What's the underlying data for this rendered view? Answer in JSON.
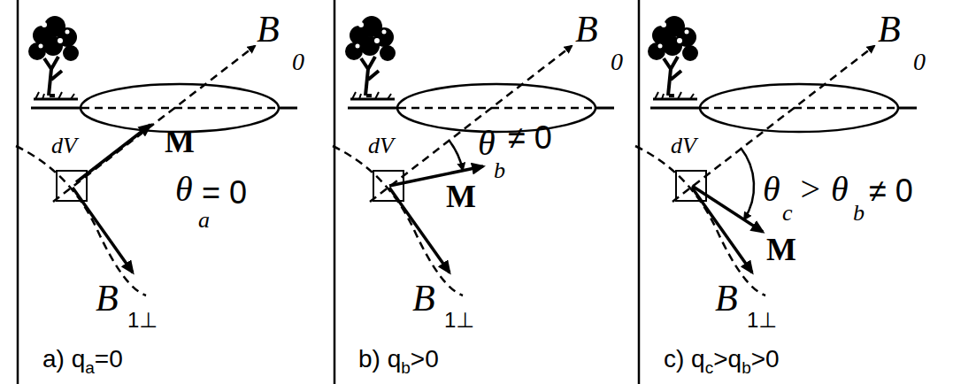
{
  "diagram": {
    "labels": [
      "B",
      "0",
      "dV",
      "M",
      "θ",
      "= 0",
      "a",
      "B",
      "1⊥",
      "a) q",
      "a",
      "=0",
      "B",
      "0",
      "dV",
      "θ",
      "≠ 0",
      "b",
      "M",
      "B",
      "1⊥",
      "b) q",
      "b",
      ">0",
      "B",
      "0",
      "dV",
      "θ",
      "c",
      "> θ",
      "b",
      "≠ 0",
      "M",
      "B",
      "1⊥",
      "c) q",
      "c",
      ">q",
      "b",
      ">0"
    ]
  }
}
